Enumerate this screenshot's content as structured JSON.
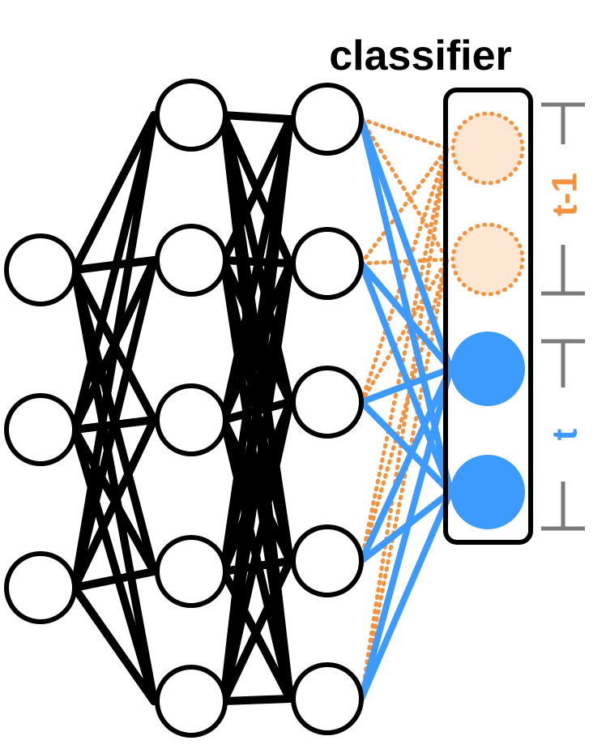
{
  "diagram": {
    "title": "classifier",
    "labels": {
      "previous_task": "t-1",
      "current_task": "t"
    },
    "colors": {
      "network": "#000000",
      "current": "#3d9bff",
      "previous": "#f5923e",
      "previous_fill": "#fde6d2",
      "bracket": "#7a7a7a",
      "background": "#ffffff"
    },
    "layers": [
      {
        "name": "input",
        "nodes": 3
      },
      {
        "name": "hidden-1",
        "nodes": 5
      },
      {
        "name": "hidden-2",
        "nodes": 5
      },
      {
        "name": "output-previous",
        "nodes": 2
      },
      {
        "name": "output-current",
        "nodes": 2
      }
    ]
  }
}
